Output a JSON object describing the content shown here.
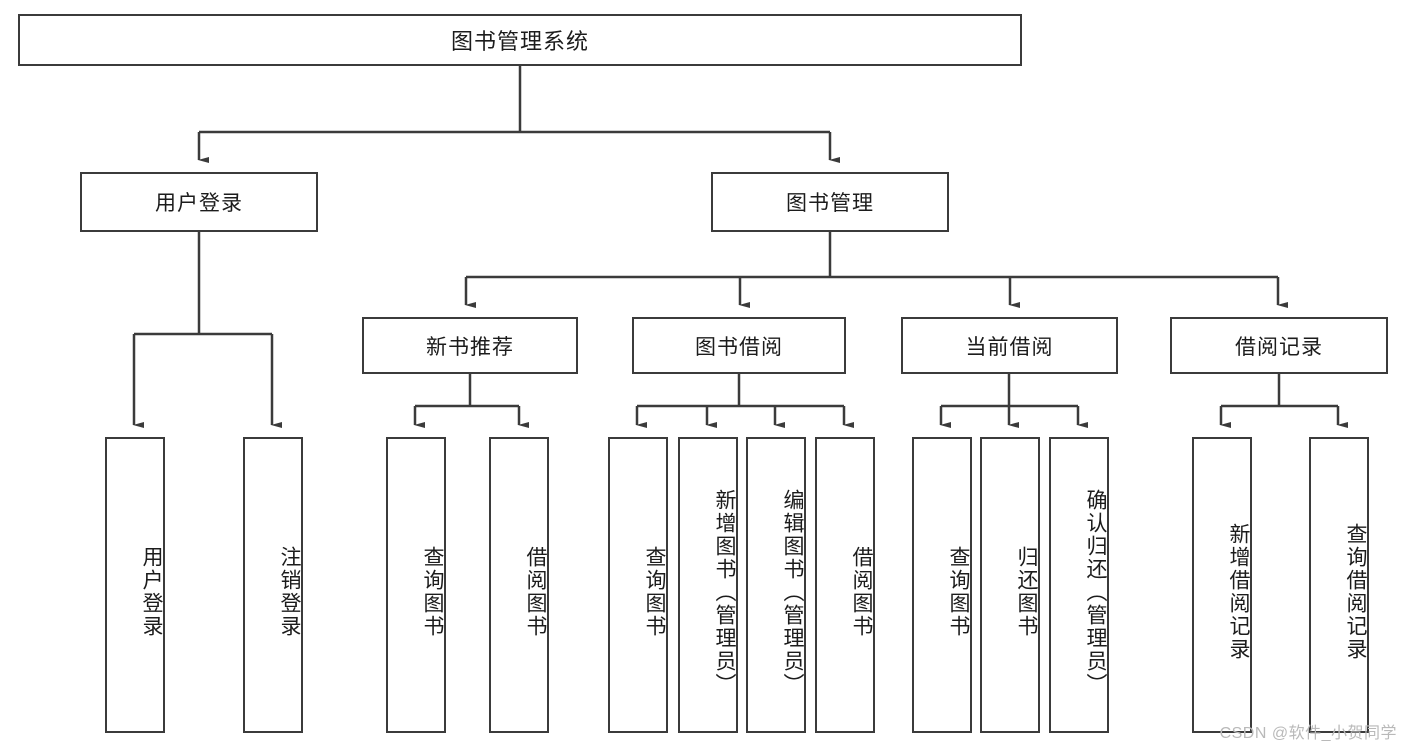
{
  "diagram": {
    "type": "tree-hierarchy",
    "title": "图书管理系统",
    "root": {
      "label": "图书管理系统"
    },
    "level2": [
      {
        "label": "用户登录"
      },
      {
        "label": "图书管理"
      }
    ],
    "level3": [
      {
        "label": "新书推荐"
      },
      {
        "label": "图书借阅"
      },
      {
        "label": "当前借阅"
      },
      {
        "label": "借阅记录"
      }
    ],
    "leaves": {
      "user_login": [
        {
          "label": "用户登录"
        },
        {
          "label": "注销登录"
        }
      ],
      "new_book_recommend": [
        {
          "label": "查询图书"
        },
        {
          "label": "借阅图书"
        }
      ],
      "book_borrow": [
        {
          "label": "查询图书"
        },
        {
          "label": "新增图书（管理员）"
        },
        {
          "label": "编辑图书（管理员）"
        },
        {
          "label": "借阅图书"
        }
      ],
      "current_borrow": [
        {
          "label": "查询图书"
        },
        {
          "label": "归还图书"
        },
        {
          "label": "确认归还（管理员）"
        }
      ],
      "borrow_record": [
        {
          "label": "新增借阅记录"
        },
        {
          "label": "查询借阅记录"
        }
      ]
    },
    "watermark": "CSDN @软件_小贺同学",
    "colors": {
      "box_border": "#3b3b3b",
      "box_fill": "#ffffff",
      "text": "#1c1c1c",
      "connector": "#3b3b3b",
      "watermark": "#b9b9b9"
    }
  }
}
